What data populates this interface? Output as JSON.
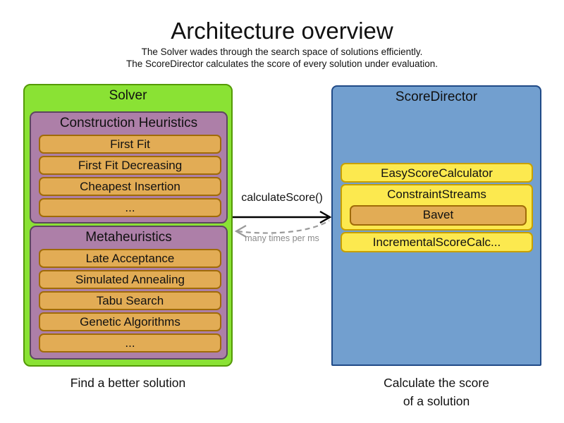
{
  "header": {
    "title": "Architecture overview",
    "subtitle_line1": "The Solver wades through the search space of solutions efficiently.",
    "subtitle_line2": "The ScoreDirector calculates the score of every solution under evaluation."
  },
  "solver": {
    "title": "Solver",
    "caption": "Find a better solution",
    "construction_heuristics": {
      "title": "Construction Heuristics",
      "items": [
        "First Fit",
        "First Fit Decreasing",
        "Cheapest Insertion",
        "..."
      ]
    },
    "metaheuristics": {
      "title": "Metaheuristics",
      "items": [
        "Late Acceptance",
        "Simulated Annealing",
        "Tabu Search",
        "Genetic Algorithms",
        "..."
      ]
    }
  },
  "score_director": {
    "title": "ScoreDirector",
    "caption_line1": "Calculate the score",
    "caption_line2": "of a solution",
    "calculators": {
      "easy": "EasyScoreCalculator",
      "constraint_streams": "ConstraintStreams",
      "bavet": "Bavet",
      "incremental": "IncrementalScoreCalc..."
    }
  },
  "connection": {
    "call_label": "calculateScore()",
    "frequency_label": "many times per ms"
  },
  "colors": {
    "solver_fill": "#8ae234",
    "solver_border": "#549a06",
    "group_fill": "#ad7fa8",
    "group_border": "#5c4660",
    "item_fill": "#e2ac55",
    "item_border": "#a06b08",
    "director_fill": "#729fcf",
    "director_border": "#204a87",
    "calculator_fill": "#fce94f",
    "calculator_border": "#c8a000",
    "solid_arrow": "#000000",
    "dashed_arrow": "#9a9a9a"
  }
}
